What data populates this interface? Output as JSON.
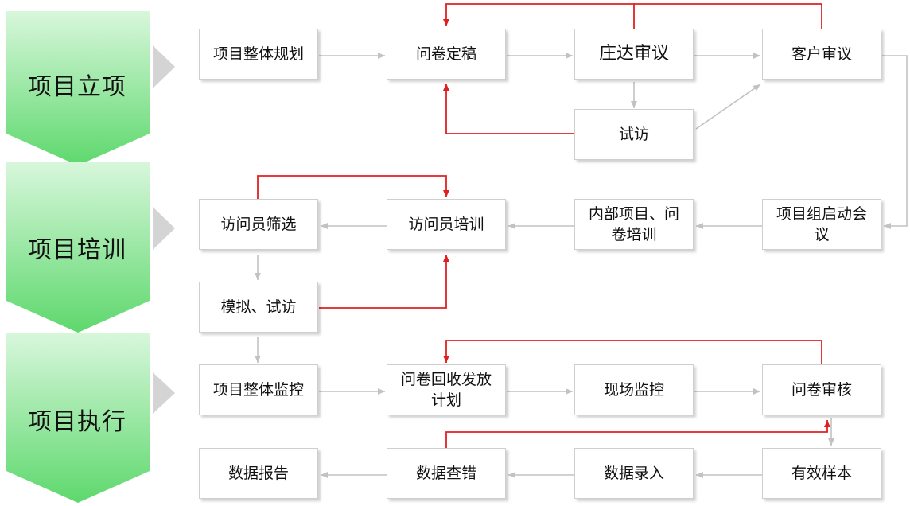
{
  "stages": [
    {
      "label": "项目立项"
    },
    {
      "label": "项目培训"
    },
    {
      "label": "项目执行"
    }
  ],
  "nodes": {
    "plan": "项目整体规划",
    "finalize": "问卷定稿",
    "zhuangda_review": "庄达审议",
    "client_review": "客户审议",
    "pilot": "试访",
    "kickoff": "项目组启动会议",
    "internal_training": "内部项目、问卷培训",
    "interviewer_training": "访问员培训",
    "interviewer_screening": "访问员筛选",
    "mock_pilot": "模拟、试访",
    "overall_monitor": "项目整体监控",
    "distribution_plan": "问卷回收发放计划",
    "field_monitor": "现场监控",
    "questionnaire_audit": "问卷审核",
    "valid_sample": "有效样本",
    "data_entry": "数据录入",
    "data_check": "数据查错",
    "data_report": "数据报告"
  },
  "colors": {
    "stage_top": "#d8f7dc",
    "stage_bottom": "#5ed86d",
    "gray_arrow": "#c2c2c2",
    "red_arrow": "#e02020",
    "box_border": "#cfcfcf"
  }
}
